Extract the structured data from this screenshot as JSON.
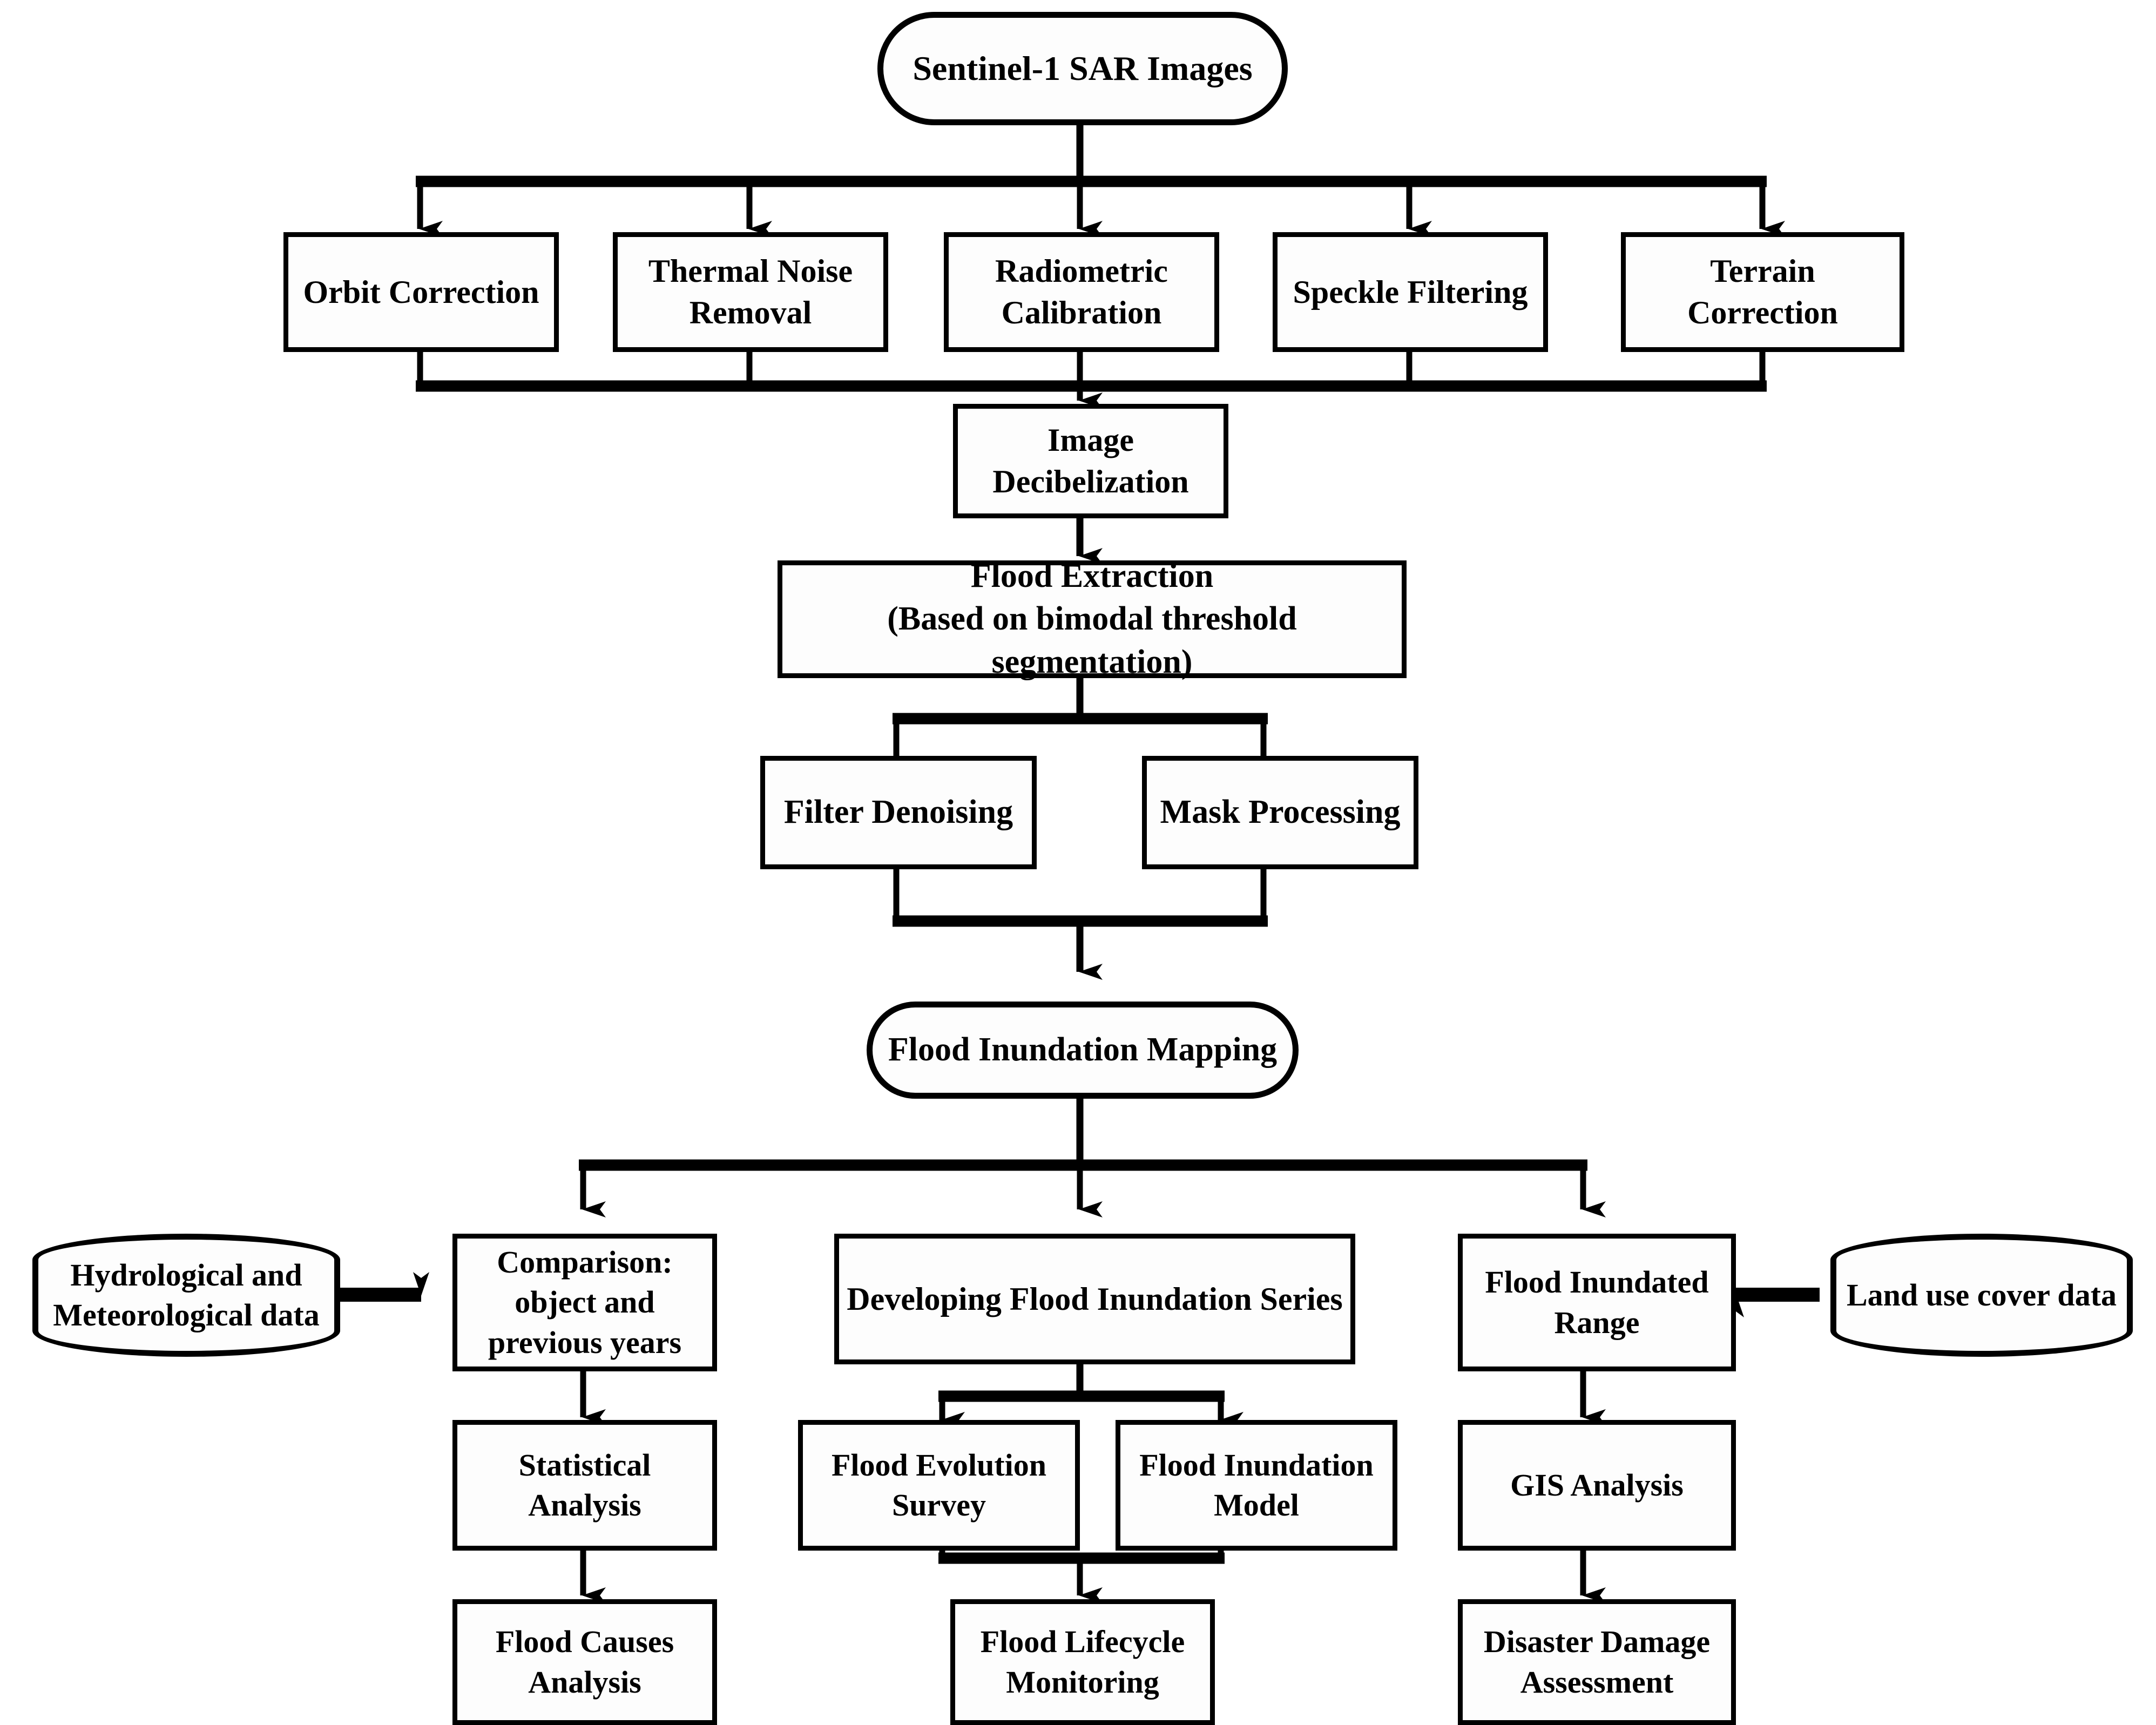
{
  "diagram": {
    "title": "Flood Inundation Mapping Workflow from Sentinel-1 SAR Images",
    "type": "flowchart",
    "colors": {
      "stroke": "#000000",
      "fill": "#fdfdfd",
      "background": "#ffffff"
    },
    "nodes": {
      "source": {
        "label": "Sentinel-1 SAR Images",
        "shape": "rounded"
      },
      "preprocess": [
        {
          "label": "Orbit Correction",
          "shape": "rect"
        },
        {
          "label": "Thermal Noise\nRemoval",
          "shape": "rect"
        },
        {
          "label": "Radiometric\nCalibration",
          "shape": "rect"
        },
        {
          "label": "Speckle Filtering",
          "shape": "rect"
        },
        {
          "label": "Terrain Correction",
          "shape": "rect"
        }
      ],
      "decibelization": {
        "label": "Image\nDecibelization",
        "shape": "rect"
      },
      "flood_extraction": {
        "label": "Flood Extraction\n(Based on bimodal threshold segmentation)",
        "shape": "rect"
      },
      "filter_denoising": {
        "label": "Filter Denoising",
        "shape": "rect"
      },
      "mask_processing": {
        "label": "Mask Processing",
        "shape": "rect"
      },
      "flood_inundation_mapping": {
        "label": "Flood Inundation Mapping",
        "shape": "rounded"
      },
      "hydro_meteo_data": {
        "label": "Hydrological and\nMeteorological data",
        "shape": "cylinder"
      },
      "comparison": {
        "label": "Comparison:\nobject and\nprevious years",
        "shape": "rect"
      },
      "developing_series": {
        "label": "Developing Flood Inundation Series",
        "shape": "rect"
      },
      "flood_inundated_range": {
        "label": "Flood Inundated\nRange",
        "shape": "rect"
      },
      "land_use_cover_data": {
        "label": "Land use cover data",
        "shape": "cylinder"
      },
      "statistical_analysis": {
        "label": "Statistical Analysis",
        "shape": "rect"
      },
      "flood_evolution_survey": {
        "label": "Flood Evolution\nSurvey",
        "shape": "rect"
      },
      "flood_inundation_model": {
        "label": "Flood Inundation\nModel",
        "shape": "rect"
      },
      "gis_analysis": {
        "label": "GIS Analysis",
        "shape": "rect"
      },
      "flood_causes_analysis": {
        "label": "Flood Causes\nAnalysis",
        "shape": "rect"
      },
      "flood_lifecycle_monitoring": {
        "label": "Flood Lifecycle\nMonitoring",
        "shape": "rect"
      },
      "disaster_damage_assessment": {
        "label": "Disaster Damage\nAssessment",
        "shape": "rect"
      }
    },
    "edges": [
      {
        "from": "source",
        "to": "preprocess[0]",
        "style": "arrow"
      },
      {
        "from": "source",
        "to": "preprocess[1]",
        "style": "arrow"
      },
      {
        "from": "source",
        "to": "preprocess[2]",
        "style": "arrow"
      },
      {
        "from": "source",
        "to": "preprocess[3]",
        "style": "arrow"
      },
      {
        "from": "source",
        "to": "preprocess[4]",
        "style": "arrow"
      },
      {
        "from": "preprocess[*]",
        "to": "decibelization",
        "style": "arrow"
      },
      {
        "from": "decibelization",
        "to": "flood_extraction",
        "style": "arrow"
      },
      {
        "from": "flood_extraction",
        "to": "filter_denoising",
        "style": "line"
      },
      {
        "from": "flood_extraction",
        "to": "mask_processing",
        "style": "line"
      },
      {
        "from": "filter_denoising",
        "to": "flood_inundation_mapping",
        "style": "arrow"
      },
      {
        "from": "mask_processing",
        "to": "flood_inundation_mapping",
        "style": "arrow"
      },
      {
        "from": "flood_inundation_mapping",
        "to": "comparison",
        "style": "arrow"
      },
      {
        "from": "flood_inundation_mapping",
        "to": "developing_series",
        "style": "arrow"
      },
      {
        "from": "flood_inundation_mapping",
        "to": "flood_inundated_range",
        "style": "arrow"
      },
      {
        "from": "hydro_meteo_data",
        "to": "comparison",
        "style": "arrow"
      },
      {
        "from": "land_use_cover_data",
        "to": "flood_inundated_range",
        "style": "arrow"
      },
      {
        "from": "comparison",
        "to": "statistical_analysis",
        "style": "arrow"
      },
      {
        "from": "developing_series",
        "to": "flood_evolution_survey",
        "style": "arrow"
      },
      {
        "from": "developing_series",
        "to": "flood_inundation_model",
        "style": "arrow"
      },
      {
        "from": "flood_inundated_range",
        "to": "gis_analysis",
        "style": "arrow"
      },
      {
        "from": "statistical_analysis",
        "to": "flood_causes_analysis",
        "style": "arrow"
      },
      {
        "from": "flood_evolution_survey",
        "to": "flood_lifecycle_monitoring",
        "style": "arrow"
      },
      {
        "from": "flood_inundation_model",
        "to": "flood_lifecycle_monitoring",
        "style": "arrow"
      },
      {
        "from": "gis_analysis",
        "to": "disaster_damage_assessment",
        "style": "arrow"
      }
    ]
  }
}
